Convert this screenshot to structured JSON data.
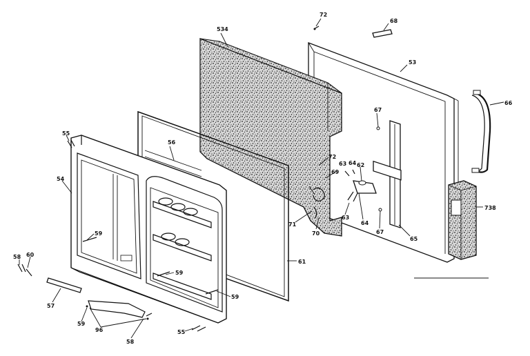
{
  "callouts": {
    "c72a": "72",
    "c68": "68",
    "c534": "534",
    "c53": "53",
    "c66": "66",
    "c67a": "67",
    "c72b": "72",
    "c63": "63",
    "c64a": "64",
    "c62": "62",
    "c69": "69",
    "c738": "738",
    "c63b": "63",
    "c64b": "64",
    "c67b": "67",
    "c65": "65",
    "c71": "71",
    "c70": "70",
    "c56": "56",
    "c61": "61",
    "c55a": "55",
    "c54": "54",
    "c59a": "59",
    "c58": "58",
    "c60": "60",
    "c59b": "59",
    "c59c": "59",
    "c57": "57",
    "c59d": "59",
    "c96": "96",
    "c58b": "58",
    "c55b": "55"
  }
}
